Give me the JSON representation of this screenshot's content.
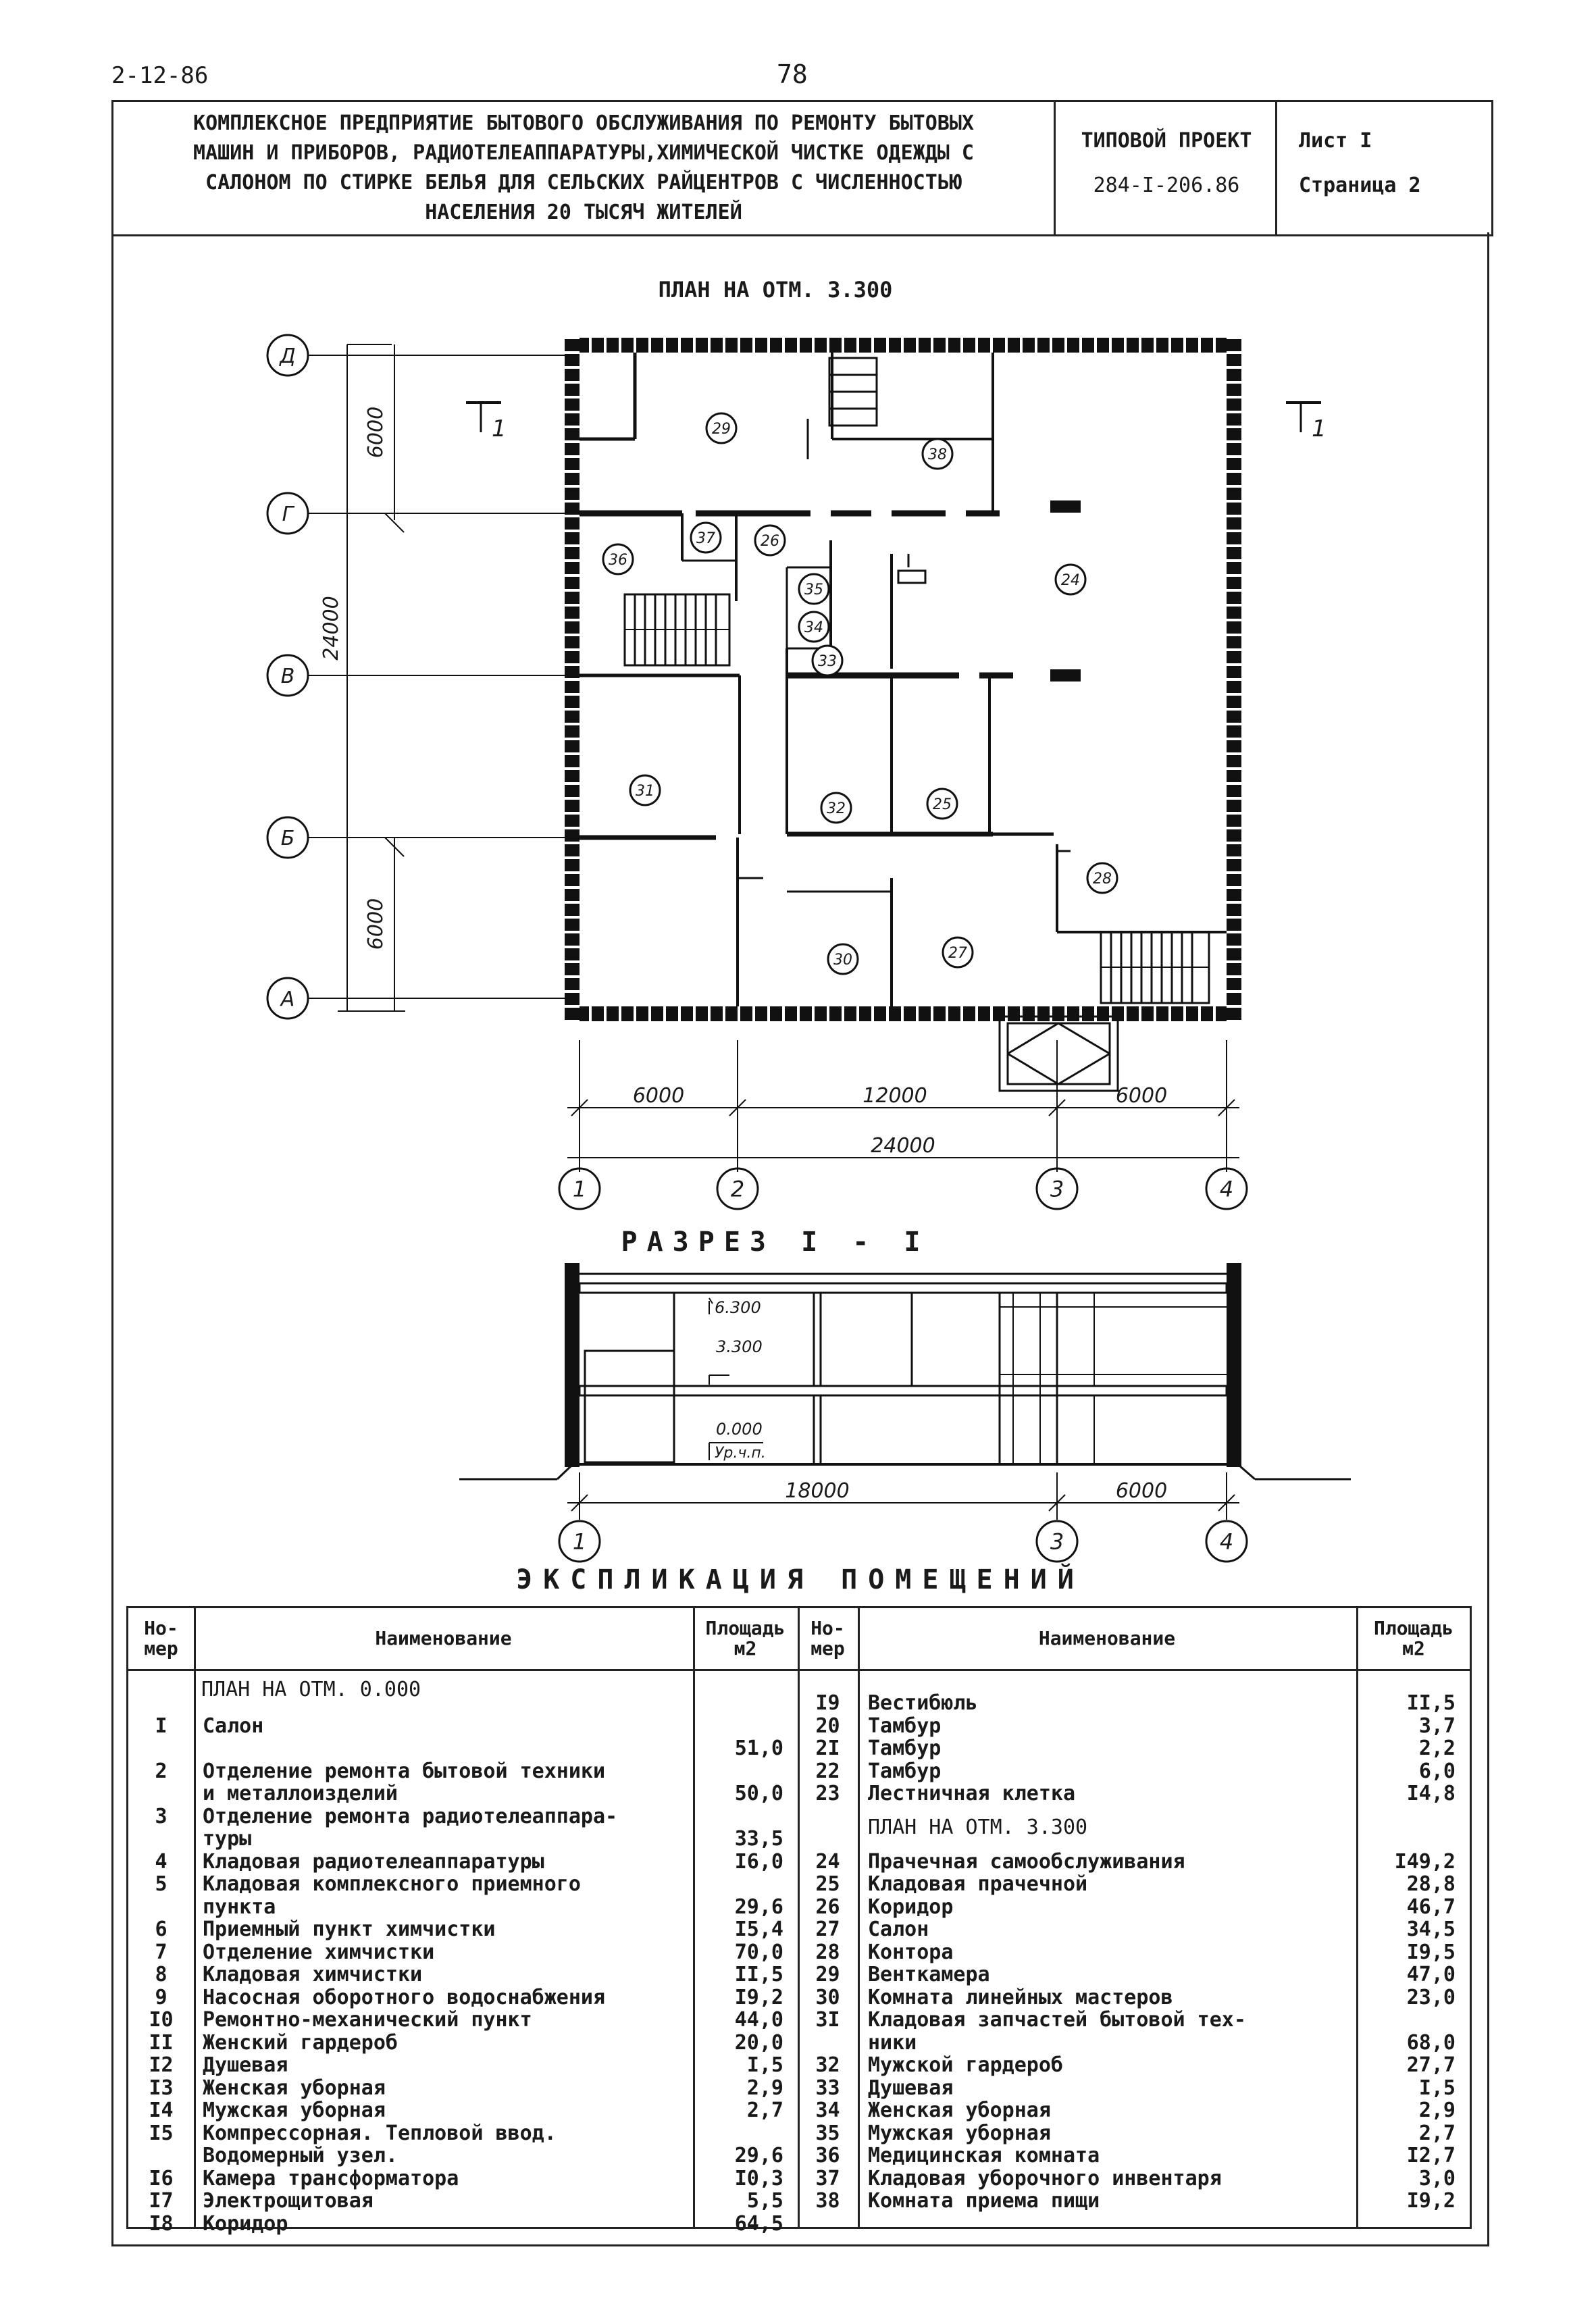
{
  "header": {
    "code": "2-12-86",
    "page_number": "78"
  },
  "title_block": {
    "description_lines": [
      "КОМПЛЕКСНОЕ ПРЕДПРИЯТИЕ БЫТОВОГО ОБСЛУЖИВАНИЯ ПО РЕМОНТУ БЫТОВЫХ",
      "МАШИН И ПРИБОРОВ, РАДИОТЕЛЕАППАРАТУРЫ,ХИМИЧЕСКОЙ ЧИСТКЕ ОДЕЖДЫ С",
      "САЛОНОМ ПО СТИРКЕ БЕЛЬЯ ДЛЯ СЕЛЬСКИХ РАЙЦЕНТРОВ С ЧИСЛЕННОСТЬЮ",
      "НАСЕЛЕНИЯ 20 ТЫСЯЧ ЖИТЕЛЕЙ"
    ],
    "project_label": "ТИПОВОЙ ПРОЕКТ",
    "project_number": "284-I-206.86",
    "sheet_label": "Лист  I",
    "page_label": "Страница 2"
  },
  "plan": {
    "title": "ПЛАН НА ОТМ. 3.300",
    "axes_rows": [
      "Д",
      "Г",
      "В",
      "Б",
      "А"
    ],
    "axes_cols": [
      "1",
      "2",
      "3",
      "4"
    ],
    "dim_left_top": "6000",
    "dim_left_mid": "24000",
    "dim_left_bottom": "6000",
    "dim_bottom_1": "6000",
    "dim_bottom_2": "12000",
    "dim_bottom_3": "6000",
    "dim_bottom_total": "24000",
    "section_mark": "1",
    "rooms": [
      "29",
      "38",
      "37",
      "26",
      "36",
      "24",
      "35",
      "34",
      "33",
      "31",
      "32",
      "25",
      "28",
      "30",
      "27"
    ]
  },
  "section": {
    "title": "РАЗРЕЗ  I - I",
    "level_top": "6.300",
    "level_mid": "3.300",
    "level_ground": "0.000",
    "level_ground_note": "Ур.ч.п.",
    "dim_1": "18000",
    "dim_2": "6000",
    "axes": [
      "1",
      "3",
      "4"
    ]
  },
  "explication": {
    "title": "ЭКСПЛИКАЦИЯ ПОМЕЩЕНИЙ",
    "headers": {
      "num": "Но-\nмер",
      "name": "Наименование",
      "area": "Площадь\nм2"
    },
    "left": {
      "subtitle": "ПЛАН НА ОТМ. 0.000",
      "rows": [
        {
          "n": "I",
          "name": "Салон",
          "a": ""
        },
        {
          "n": "",
          "name": "",
          "a": "51,0"
        },
        {
          "n": "2",
          "name": "Отделение ремонта бытовой техники",
          "a": ""
        },
        {
          "n": "",
          "name": "и металлоизделий",
          "a": "50,0"
        },
        {
          "n": "3",
          "name": "Отделение ремонта радиотелеаппара-",
          "a": ""
        },
        {
          "n": "",
          "name": "туры",
          "a": "33,5"
        },
        {
          "n": "4",
          "name": "Кладовая радиотелеаппаратуры",
          "a": "I6,0"
        },
        {
          "n": "5",
          "name": "Кладовая комплексного приемного",
          "a": ""
        },
        {
          "n": "",
          "name": "пункта",
          "a": "29,6"
        },
        {
          "n": "6",
          "name": "Приемный пункт химчистки",
          "a": "I5,4"
        },
        {
          "n": "7",
          "name": "Отделение химчистки",
          "a": "70,0"
        },
        {
          "n": "8",
          "name": "Кладовая химчистки",
          "a": "II,5"
        },
        {
          "n": "9",
          "name": "Насосная оборотного водоснабжения",
          "a": "I9,2"
        },
        {
          "n": "I0",
          "name": "Ремонтно-механический пункт",
          "a": "44,0"
        },
        {
          "n": "II",
          "name": "Женский гардероб",
          "a": "20,0"
        },
        {
          "n": "I2",
          "name": "Душевая",
          "a": "I,5"
        },
        {
          "n": "I3",
          "name": "Женская уборная",
          "a": "2,9"
        },
        {
          "n": "I4",
          "name": "Мужская уборная",
          "a": "2,7"
        },
        {
          "n": "I5",
          "name": "Компрессорная. Тепловой ввод.",
          "a": ""
        },
        {
          "n": "",
          "name": "Водомерный узел.",
          "a": "29,6"
        },
        {
          "n": "I6",
          "name": "Камера трансформатора",
          "a": "I0,3"
        },
        {
          "n": "I7",
          "name": "Электрощитовая",
          "a": "5,5"
        },
        {
          "n": "I8",
          "name": "Коридор",
          "a": "64,5"
        }
      ]
    },
    "right": {
      "rows_top": [
        {
          "n": "I9",
          "name": "Вестибюль",
          "a": "II,5"
        },
        {
          "n": "20",
          "name": "Тамбур",
          "a": "3,7"
        },
        {
          "n": "2I",
          "name": "Тамбур",
          "a": "2,2"
        },
        {
          "n": "22",
          "name": "Тамбур",
          "a": "6,0"
        },
        {
          "n": "23",
          "name": "Лестничная клетка",
          "a": "I4,8"
        }
      ],
      "subtitle": "ПЛАН НА ОТМ. 3.300",
      "rows_bottom": [
        {
          "n": "24",
          "name": "Прачечная самообслуживания",
          "a": "I49,2"
        },
        {
          "n": "25",
          "name": "Кладовая прачечной",
          "a": "28,8"
        },
        {
          "n": "26",
          "name": "Коридор",
          "a": "46,7"
        },
        {
          "n": "27",
          "name": "Салон",
          "a": "34,5"
        },
        {
          "n": "28",
          "name": "Контора",
          "a": "I9,5"
        },
        {
          "n": "29",
          "name": "Венткамера",
          "a": "47,0"
        },
        {
          "n": "30",
          "name": "Комната линейных мастеров",
          "a": "23,0"
        },
        {
          "n": "3I",
          "name": "Кладовая запчастей бытовой тех-",
          "a": ""
        },
        {
          "n": "",
          "name": "ники",
          "a": "68,0"
        },
        {
          "n": "32",
          "name": "Мужской гардероб",
          "a": "27,7"
        },
        {
          "n": "33",
          "name": "Душевая",
          "a": "I,5"
        },
        {
          "n": "34",
          "name": "Женская уборная",
          "a": "2,9"
        },
        {
          "n": "35",
          "name": "Мужская уборная",
          "a": "2,7"
        },
        {
          "n": "36",
          "name": "Медицинская комната",
          "a": "I2,7"
        },
        {
          "n": "37",
          "name": "Кладовая уборочного инвентаря",
          "a": "3,0"
        },
        {
          "n": "38",
          "name": "Комната приема пищи",
          "a": "I9,2"
        }
      ]
    }
  }
}
